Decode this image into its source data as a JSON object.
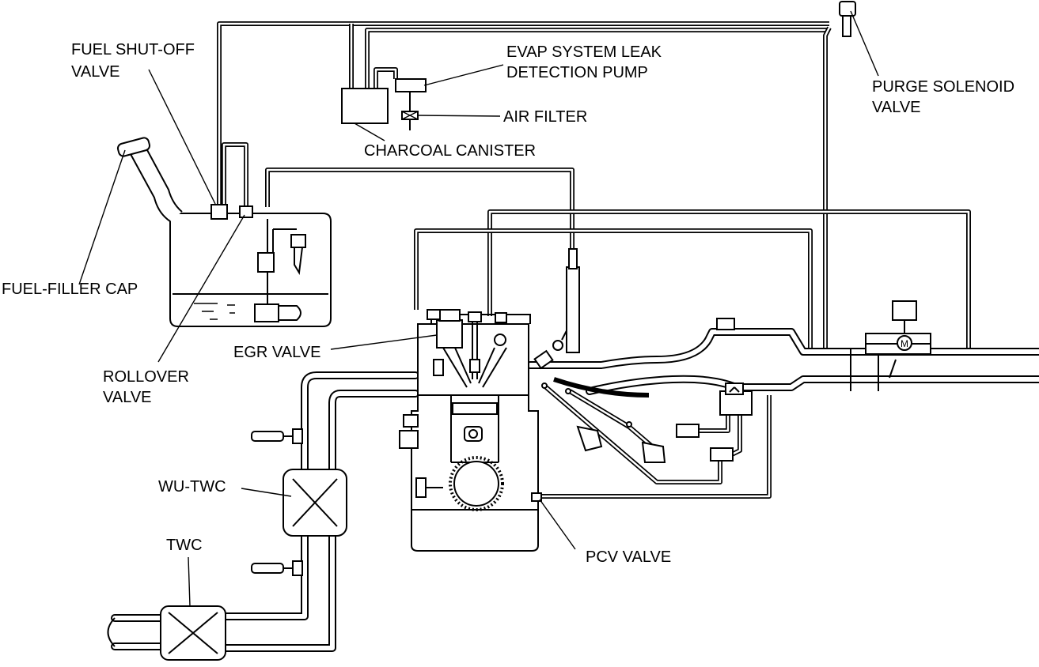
{
  "labels": {
    "fuel_shutoff_valve_1": "FUEL SHUT-OFF",
    "fuel_shutoff_valve_2": "VALVE",
    "evap_pump_1": "EVAP SYSTEM LEAK",
    "evap_pump_2": "DETECTION PUMP",
    "air_filter": "AIR FILTER",
    "charcoal_canister": "CHARCOAL CANISTER",
    "purge_solenoid_1": "PURGE SOLENOID",
    "purge_solenoid_2": "VALVE",
    "fuel_filler_cap": "FUEL-FILLER CAP",
    "egr_valve": "EGR VALVE",
    "rollover_valve_1": "ROLLOVER",
    "rollover_valve_2": "VALVE",
    "wu_twc": "WU-TWC",
    "twc": "TWC",
    "pcv_valve": "PCV VALVE",
    "motor_symbol": "M"
  }
}
